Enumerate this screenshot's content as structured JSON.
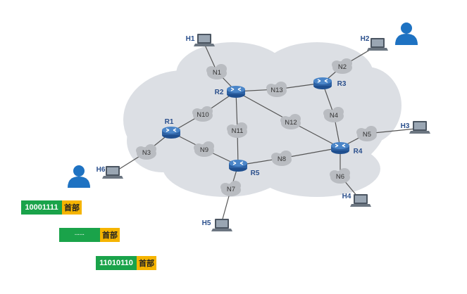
{
  "routers": {
    "R1": "R1",
    "R2": "R2",
    "R3": "R3",
    "R4": "R4",
    "R5": "R5"
  },
  "hosts": {
    "H1": "H1",
    "H2": "H2",
    "H3": "H3",
    "H4": "H4",
    "H5": "H5",
    "H6": "H6"
  },
  "networks": {
    "N1": "N1",
    "N2": "N2",
    "N3": "N3",
    "N4": "N4",
    "N5": "N5",
    "N6": "N6",
    "N7": "N7",
    "N8": "N8",
    "N9": "N9",
    "N10": "N10",
    "N11": "N11",
    "N12": "N12",
    "N13": "N13"
  },
  "packets": [
    {
      "bits": "10001111",
      "header": "首部"
    },
    {
      "bits": "······",
      "header": "首部"
    },
    {
      "bits": "11010110",
      "header": "首部"
    }
  ],
  "colors": {
    "cloud": "#dcdfe4",
    "small_cloud": "#b9bcc1",
    "router": "#3b6fb0",
    "user": "#1e72c2",
    "bits_bg": "#1aa34a",
    "header_bg": "#f5b400",
    "link": "#555555"
  },
  "icons": [
    "router-icon",
    "laptop-icon",
    "user-icon",
    "cloud-icon"
  ]
}
